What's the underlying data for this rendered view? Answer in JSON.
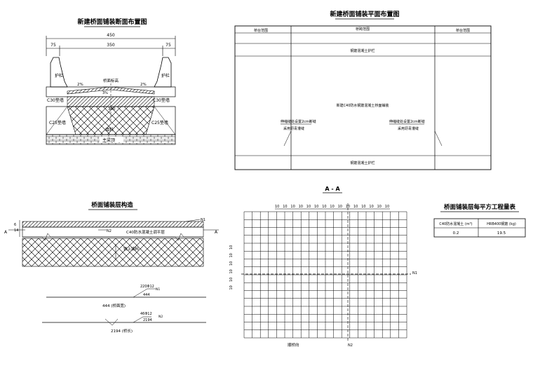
{
  "cross_section": {
    "title": "新建桥面铺装断面布置图",
    "dim_total": "450",
    "dim_left": "75",
    "dim_mid": "350",
    "dim_right": "75",
    "guardrail_left": "护栏",
    "guardrail_right": "护栏",
    "slope_left": "2%",
    "slope_right": "2%",
    "center_label": "桥面标高",
    "pave_thickness": "3%",
    "c30_left": "C30垫墙",
    "c30_right": "C30垫墙",
    "depth": "300",
    "c25_left": "C25垫墙",
    "c25_right": "C25垫墙",
    "fill": "填料",
    "beam": "主梁顶"
  },
  "plan": {
    "title": "新建桥面铺装平面布置图",
    "col_left": "桥台范围",
    "col_mid": "桥跨范围",
    "col_right": "桥台范围",
    "top_strip": "钢筋混凝土护栏",
    "center_text": "新建C40防水钢筋混凝土桥面铺装",
    "joint_left_1": "伸缩缝处设置2cm断缝",
    "joint_left_2": "采用沥青灌缝",
    "joint_right_1": "伸缩缝处设置2cm断缝",
    "joint_right_2": "采用沥青灌缝",
    "bottom_strip": "钢筋混凝土护栏"
  },
  "layer": {
    "title": "桥面铺装层构造",
    "marker_left": "A",
    "marker_right": "A",
    "dim_top": "14",
    "dim_bottom": "6",
    "tag_n1": "N1",
    "tag_n2": "N2",
    "c40_label": "C40防水混凝土调平层",
    "fill_label": "铁上填料",
    "bar1_tag": "220Φ12",
    "bar1_num": "N1",
    "bar1_len": "444",
    "bar1_caption": "444 (桥面宽)",
    "bar2_tag": "46Φ12",
    "bar2_num": "N2",
    "bar2_len": "2194",
    "bar2_caption": "2194 (桥长)"
  },
  "grid": {
    "title": "A - A",
    "spacing": "10",
    "tag_n1": "N1",
    "tag_n2": "N2",
    "dir_label": "顺桥向"
  },
  "quantity": {
    "title": "桥面铺装层每平方工程量表",
    "head_concrete": "C40防水混凝土 (m³)",
    "head_steel": "HRB400钢筋 (kg)",
    "val_concrete": "0.2",
    "val_steel": "19.5"
  }
}
